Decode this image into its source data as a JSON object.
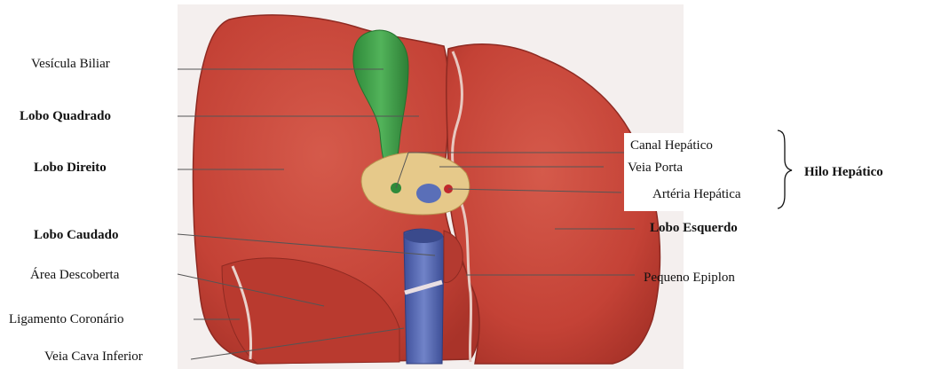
{
  "labels": {
    "vesicula_biliar": "Vesícula Biliar",
    "lobo_quadrado": "Lobo Quadrado",
    "lobo_direito": "Lobo Direito",
    "lobo_caudado": "Lobo Caudado",
    "area_descoberta": "Área Descoberta",
    "ligamento_coronario": "Ligamento Coronário",
    "veia_cava_inferior": "Veia Cava Inferior",
    "canal_hepatico": "Canal Hepático",
    "veia_porta": "Veia Porta",
    "arteria_hepatica": "Artéria Hepática",
    "hilo_hepatico": "Hilo Hepático",
    "lobo_esquerdo": "Lobo Esquerdo",
    "pequeno_epiplon": "Pequeno Epiplon"
  },
  "colors": {
    "liver": "#c8473a",
    "liver_dark": "#9e2f27",
    "gallbladder": "#3fa046",
    "vein": "#5a6fb8",
    "hilum_fat": "#e6c98a",
    "artery": "#c0282d"
  }
}
